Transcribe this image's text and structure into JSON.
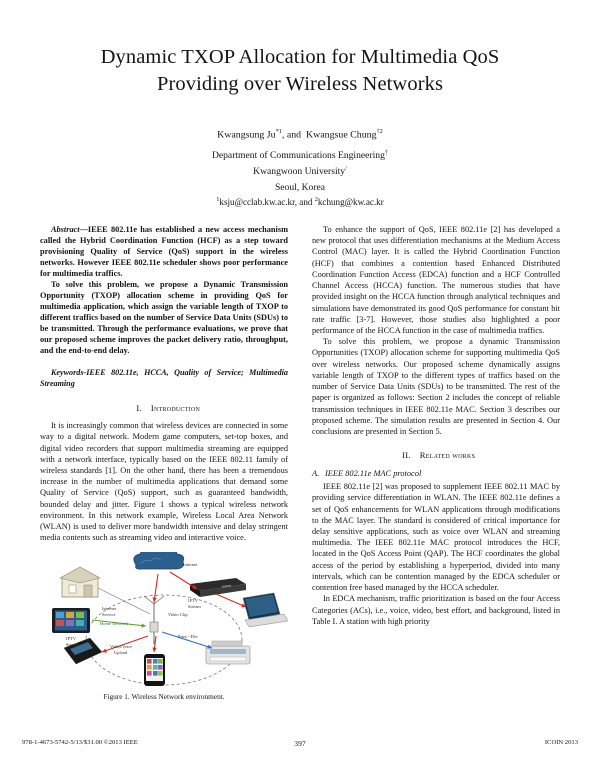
{
  "paper": {
    "title": "Dynamic TXOP Allocation for Multimedia QoS Providing over Wireless Networks",
    "authors_line": "Kwangsung Ju  , and  Kwangsue Chung",
    "author1_name": "Kwangsung Ju",
    "author1_sup": "*1",
    "author_sep": ", and",
    "author2_name": "Kwangsue Chung",
    "author2_sup": "†2",
    "department": "Department of Communications Engineering",
    "department_sup": "†",
    "university": "Kwangwoon University",
    "university_sup": "/",
    "city": "Seoul, Korea",
    "email1_sup": "1",
    "email1": "ksju@cclab.kw.ac.kr, and",
    "email2_sup": "2",
    "email2": "kchung@kw.ac.kr"
  },
  "abstract": {
    "lead_label": "Abstract—",
    "paragraph1": "IEEE 802.11e has established a new access mechanism called the Hybrid Coordination Function (HCF) as a step toward provisioning Quality of Service (QoS) support in the wireless networks. However IEEE 802.11e scheduler shows poor performance for multimedia traffics.",
    "paragraph2": "To solve this problem, we propose a Dynamic Transmission Opportunity (TXOP) allocation scheme in providing QoS for multimedia application, which assign the variable length of TXOP to different traffics based on the number of Service Data Units (SDUs) to be transmitted. Through the performance evaluations, we prove that our proposed scheme improves the packet delivery ratio, throughput, and the end-to-end delay.",
    "keywords": "Keywords-IEEE 802.11e, HCCA, Quality of Service; Multimedia Streaming"
  },
  "sections": {
    "intro": {
      "number": "I.",
      "title": "Introduction",
      "paragraph1": "It is increasingly common that wireless devices are connected in some way to a digital network. Modern game computers, set-top boxes, and digital video recorders that support multimedia streaming are equipped with a network interface, typically based on the IEEE 802.11 family of wireless standards [1]. On the other hand, there has been a tremendous increase in the number of multimedia applications that demand some Quality of Service (QoS) support, such as guaranteed bandwidth, bounded delay and jitter. Figure 1 shows a typical wireless network environment. In this network example, Wireless Local Area Network (WLAN) is used to deliver more bandwidth intensive and delay stringent media contents such as streaming video and interactive voice."
    },
    "right_intro": {
      "paragraph1": "To enhance the support of QoS, IEEE 802.11e [2] has developed a new protocol that uses differentiation mechanisms at the Medium Access Control (MAC) layer. It is called the Hybrid Coordination Function (HCF) that combines a contention based Enhanced Distributed Coordination Function Access (EDCA) function and a HCF Controlled Channel Access (HCCA) function. The numerous studies that have provided insight on the HCCA function through analytical techniques and simulations have demonstrated its good QoS performance for constant bit rate traffic [3-7]. However, those studies also highlighted a poor performance of the HCCA function in the case of multimedia traffics.",
      "paragraph2": "To solve this problem, we propose a dynamic Transmission Opportunities (TXOP) allocation scheme for supporting multimedia QoS over wireless networks. Our proposed scheme dynamically assigns variable length of TXOP to the different types of traffics based on the number of Service Data Units (SDUs) to be transmitted. The rest of the paper is organized as follows: Section 2 includes the concept of reliable transmission techniques in IEEE 802.11e MAC. Section 3 describes our proposed scheme. The simulation results are presented in Section 4. Our conclusions are presented in Section 5."
    },
    "related": {
      "number": "II.",
      "title": "Related works",
      "sub_a_label": "A.",
      "sub_a_title": "IEEE 802.11e MAC protocol",
      "paragraph1": "IEEE 802.11e [2] was proposed to supplement IEEE 802.11 MAC by providing service differentiation in WLAN. The IEEE 802.11e defines a set of QoS enhancements for WLAN applications through modifications to the MAC layer. The standard is considered of critical importance for delay sensitive applications, such as voice over WLAN and streaming multimedia. The IEEE 802.11e MAC protocol introduces the HCF, located in the QoS Access Point (QAP). The HCF coordinates the global access of the period by establishing a hyperperiod, divided into many intervals, which can be  contention managed by the EDCA scheduler or contention free based managed by the HCCA scheduler.",
      "paragraph2": "In EDCA mechanism, traffic prioritization is based on the four Access Categories (ACs), i.e., voice, video, best effort, and background, listed in Table I. A station with high priority"
    }
  },
  "figure": {
    "caption": "Figure 1. Wireless Network environment.",
    "labels": {
      "internet": "Internet",
      "internet_service": "Internet Service",
      "iptv_stream_top": "IPTV Stream",
      "video_clip": "Video Clip",
      "print_file": "Print - File",
      "iptv_stream_left": "IPTV Stream",
      "video_voice_upload": "Video/Voice Upload",
      "home_network": "Home Network"
    },
    "colors": {
      "cloud": "#2a5f8f",
      "red_link": "#d42a22",
      "blue_link": "#2f6fc4",
      "green_link": "#6f9c2f",
      "ellipse_border": "#555555"
    }
  },
  "footer": {
    "isbn": "978-1-4673-5742-5/13/$31.00 ©2013 IEEE",
    "page_number": "397",
    "conference": "ICOIN 2013"
  }
}
